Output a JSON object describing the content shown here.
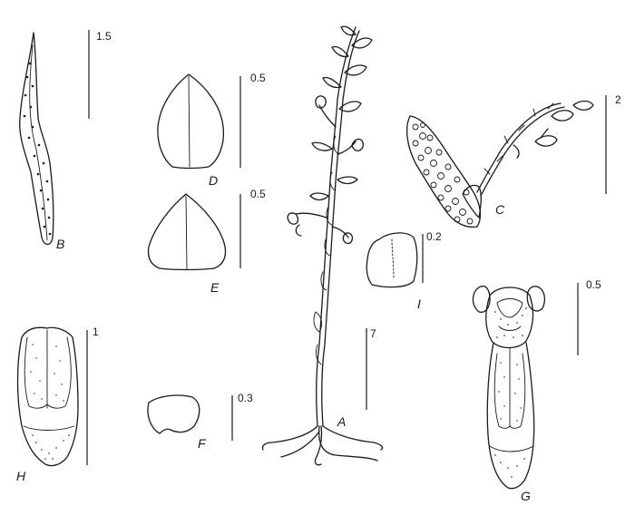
{
  "figures": [
    {
      "id": "A",
      "label": "A",
      "scale": "7"
    },
    {
      "id": "B",
      "label": "B",
      "scale": "1.5"
    },
    {
      "id": "C",
      "label": "C",
      "scale": "2"
    },
    {
      "id": "D",
      "label": "D",
      "scale": "0.5"
    },
    {
      "id": "E",
      "label": "E",
      "scale": "0.5"
    },
    {
      "id": "F",
      "label": "F",
      "scale": "0.3"
    },
    {
      "id": "G",
      "label": "G",
      "scale": "0.5"
    },
    {
      "id": "H",
      "label": "H",
      "scale": "1"
    },
    {
      "id": "I",
      "label": "I",
      "scale": "0.2"
    }
  ]
}
